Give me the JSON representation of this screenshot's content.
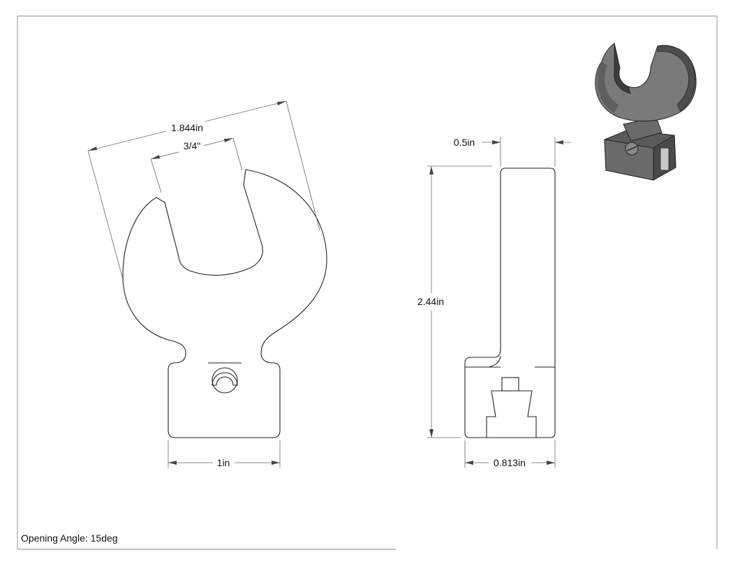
{
  "drawing": {
    "front_view": {
      "overall_width_label": "1.844in",
      "opening_label": "3/4\"",
      "base_width_label": "1in"
    },
    "side_view": {
      "thickness_label": "0.5in",
      "height_label": "2.44in",
      "base_depth_label": "0.813in"
    },
    "note": "Opening Angle: 15deg",
    "iso_view_icon": "open-end-wrench-head-3d"
  }
}
